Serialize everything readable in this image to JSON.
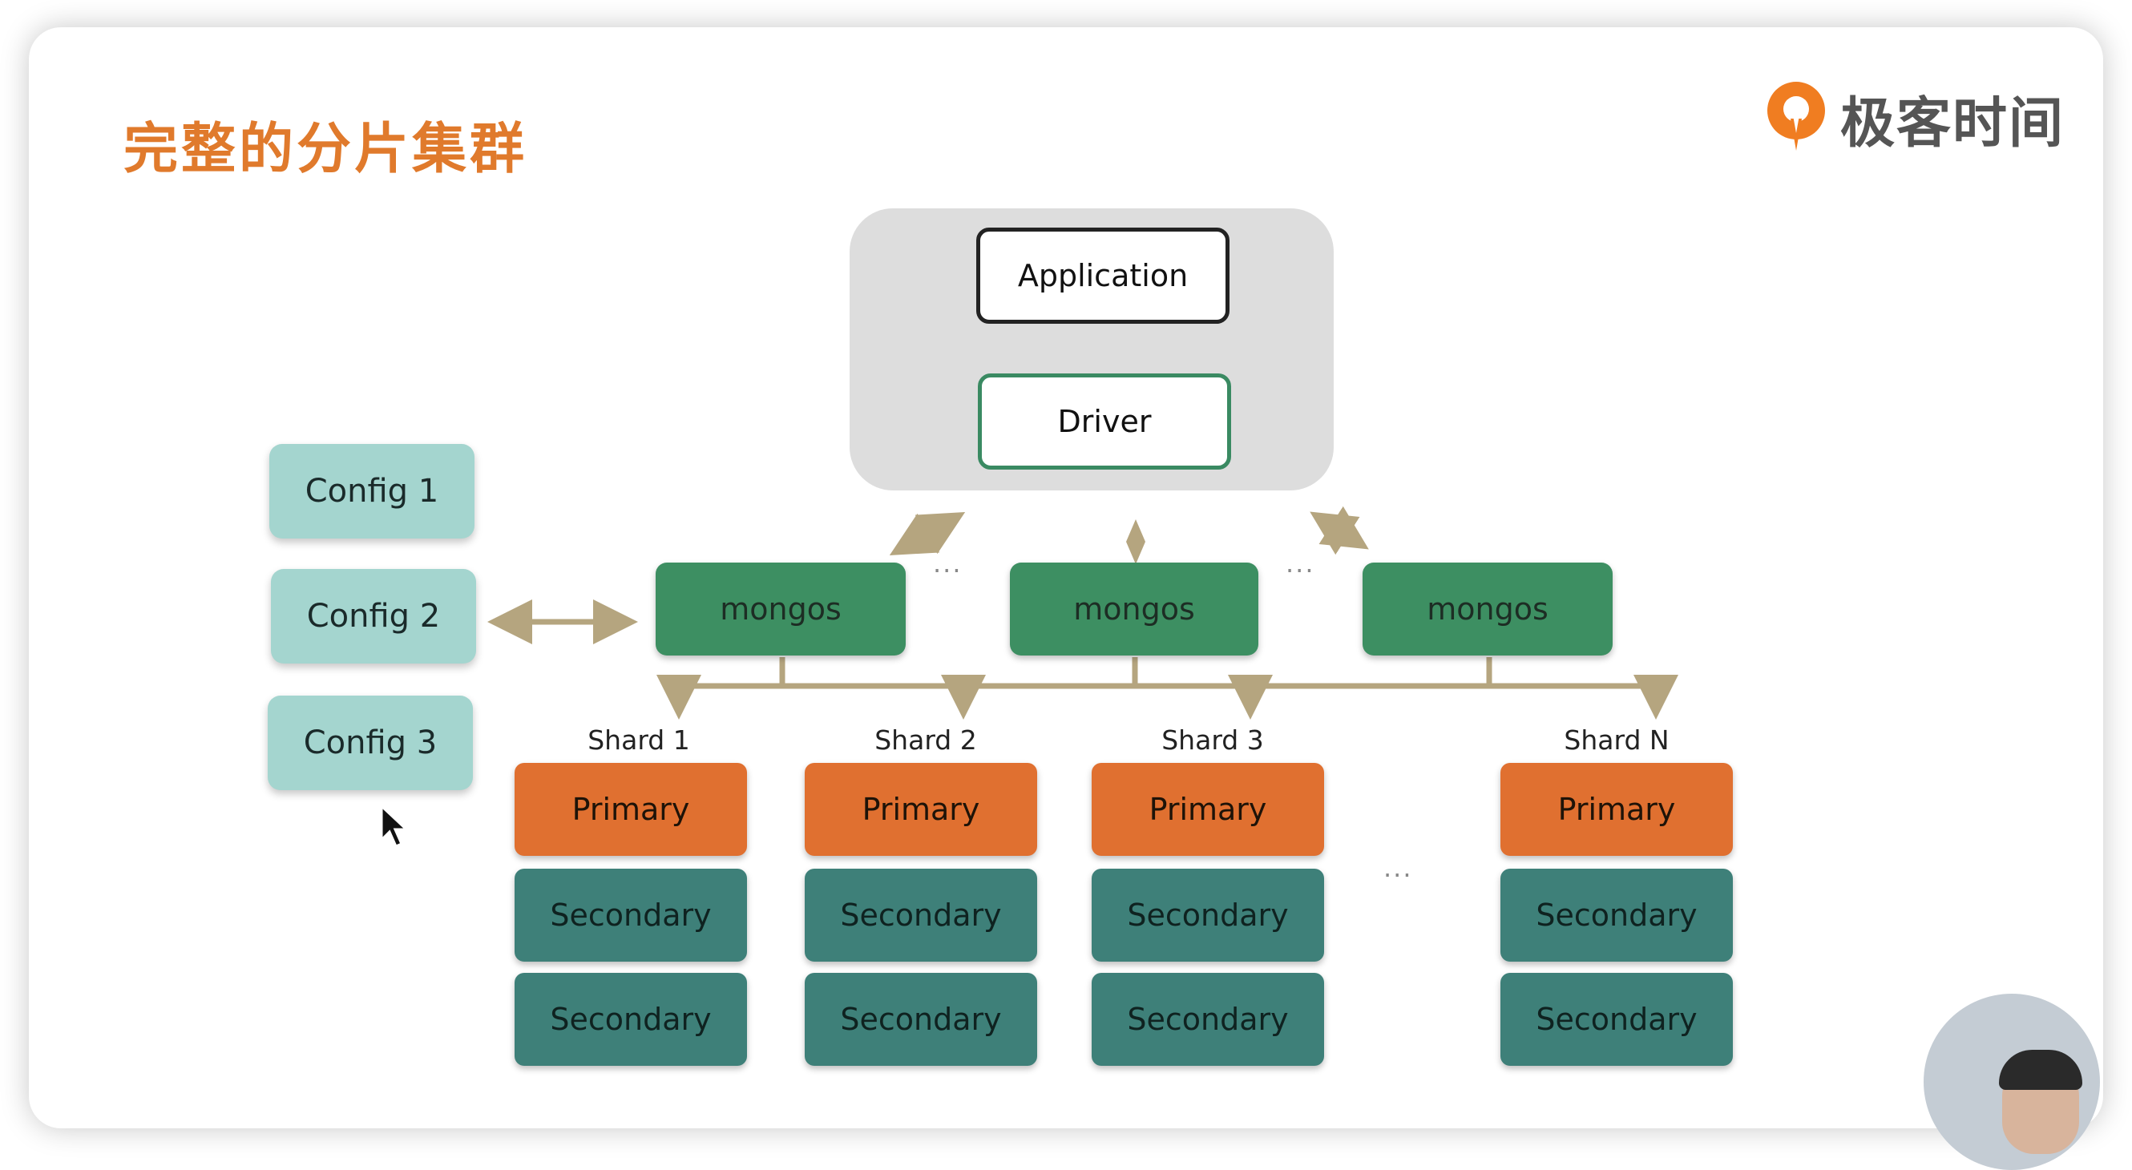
{
  "title": "完整的分片集群",
  "logo": {
    "text": "极客时间",
    "icon": "geektime-logo-icon",
    "color": "#f07d21"
  },
  "app_stack": {
    "application": "Application",
    "driver": "Driver"
  },
  "configs": [
    "Config 1",
    "Config  2",
    "Config 3"
  ],
  "mongos": [
    "mongos",
    "mongos",
    "mongos"
  ],
  "shards": [
    {
      "label": "Shard 1",
      "primary": "Primary",
      "secondaries": [
        "Secondary",
        "Secondary"
      ]
    },
    {
      "label": "Shard 2",
      "primary": "Primary",
      "secondaries": [
        "Secondary",
        "Secondary"
      ]
    },
    {
      "label": "Shard 3",
      "primary": "Primary",
      "secondaries": [
        "Secondary",
        "Secondary"
      ]
    },
    {
      "label": "Shard N",
      "primary": "Primary",
      "secondaries": [
        "Secondary",
        "Secondary"
      ]
    }
  ],
  "ellipsis": "...",
  "colors": {
    "title": "#e07a2c",
    "connector": "#b5a57f",
    "mongos": "#3d8f62",
    "config": "#a4d5cf",
    "primary": "#e07030",
    "secondary": "#3e8079"
  }
}
